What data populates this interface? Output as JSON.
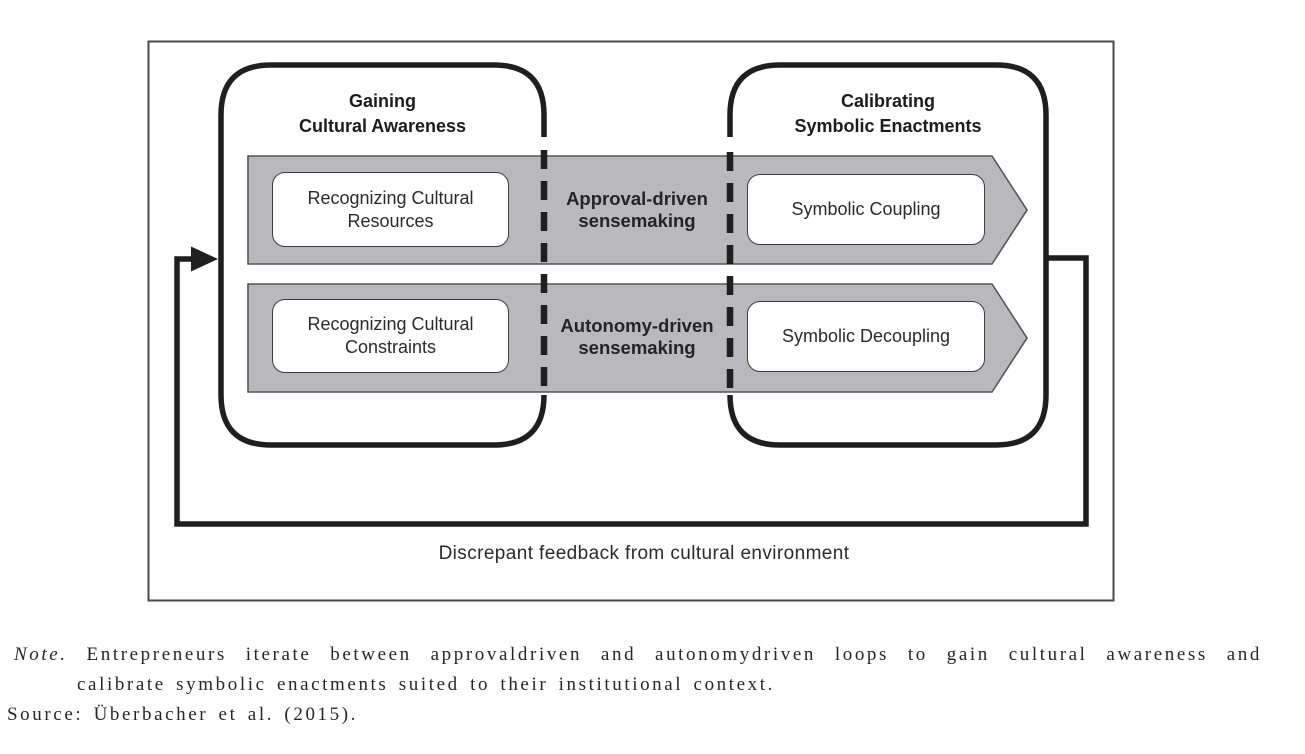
{
  "diagram": {
    "left_loop_title": {
      "line1": "Gaining",
      "line2": "Cultural Awareness"
    },
    "right_loop_title": {
      "line1": "Calibrating",
      "line2": "Symbolic Enactments"
    },
    "rows": [
      {
        "source_box": "Recognizing Cultural Resources",
        "sensemaking": {
          "line1": "Approval-driven",
          "line2": "sensemaking"
        },
        "outcome_box": "Symbolic Coupling"
      },
      {
        "source_box": "Recognizing Cultural Constraints",
        "sensemaking": {
          "line1": "Autonomy-driven",
          "line2": "sensemaking"
        },
        "outcome_box": "Symbolic Decoupling"
      }
    ],
    "feedback_caption": "Discrepant feedback from cultural environment",
    "colors": {
      "band_fill": "#b9b9bd",
      "band_stroke": "#55555a",
      "line": "#1f1f1f",
      "frame": "#4a4a4a"
    }
  },
  "note": {
    "label": "Note.",
    "body_line1": "Entrepreneurs iterate between approvaldriven and autonomydriven loops to gain cultural awareness and",
    "body_line2": "calibrate symbolic enactments suited to their institutional context.",
    "source": "Source: Überbacher et al. (2015)."
  }
}
